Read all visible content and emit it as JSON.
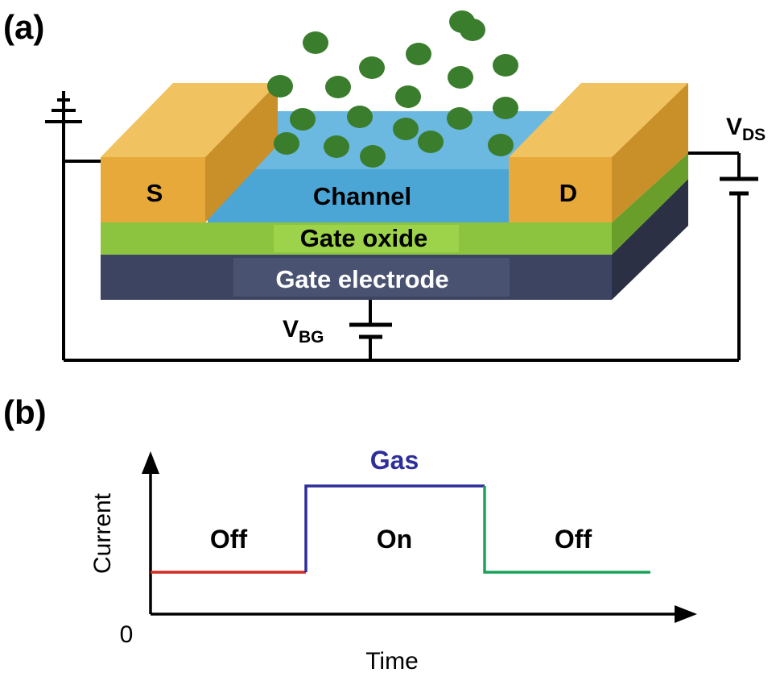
{
  "panel_a": {
    "label": "(a)",
    "layers": {
      "source": "S",
      "drain": "D",
      "channel": "Channel",
      "gate_oxide": "Gate oxide",
      "gate_electrode": "Gate electrode"
    },
    "vds": {
      "main": "V",
      "sub": "DS"
    },
    "vbg": {
      "main": "V",
      "sub": "BG"
    },
    "gas_molecule_count": 20,
    "colors": {
      "electrode": "#E6A93A",
      "channel": "#4BA6D6",
      "gate_oxide": "#8DC43F",
      "gate_electrode": "#3C4461",
      "gas_molecule": "#3A7D2C"
    }
  },
  "panel_b": {
    "label": "(b)",
    "y_axis_label": "Current",
    "x_axis_label": "Time",
    "origin_label": "0",
    "gas_label": "Gas",
    "states": [
      "Off",
      "On",
      "Off"
    ],
    "colors": {
      "off_before": "#D42A1F",
      "on": "#2E2E9A",
      "off_after": "#1AA45A",
      "gas_text": "#2E2E9A"
    }
  }
}
